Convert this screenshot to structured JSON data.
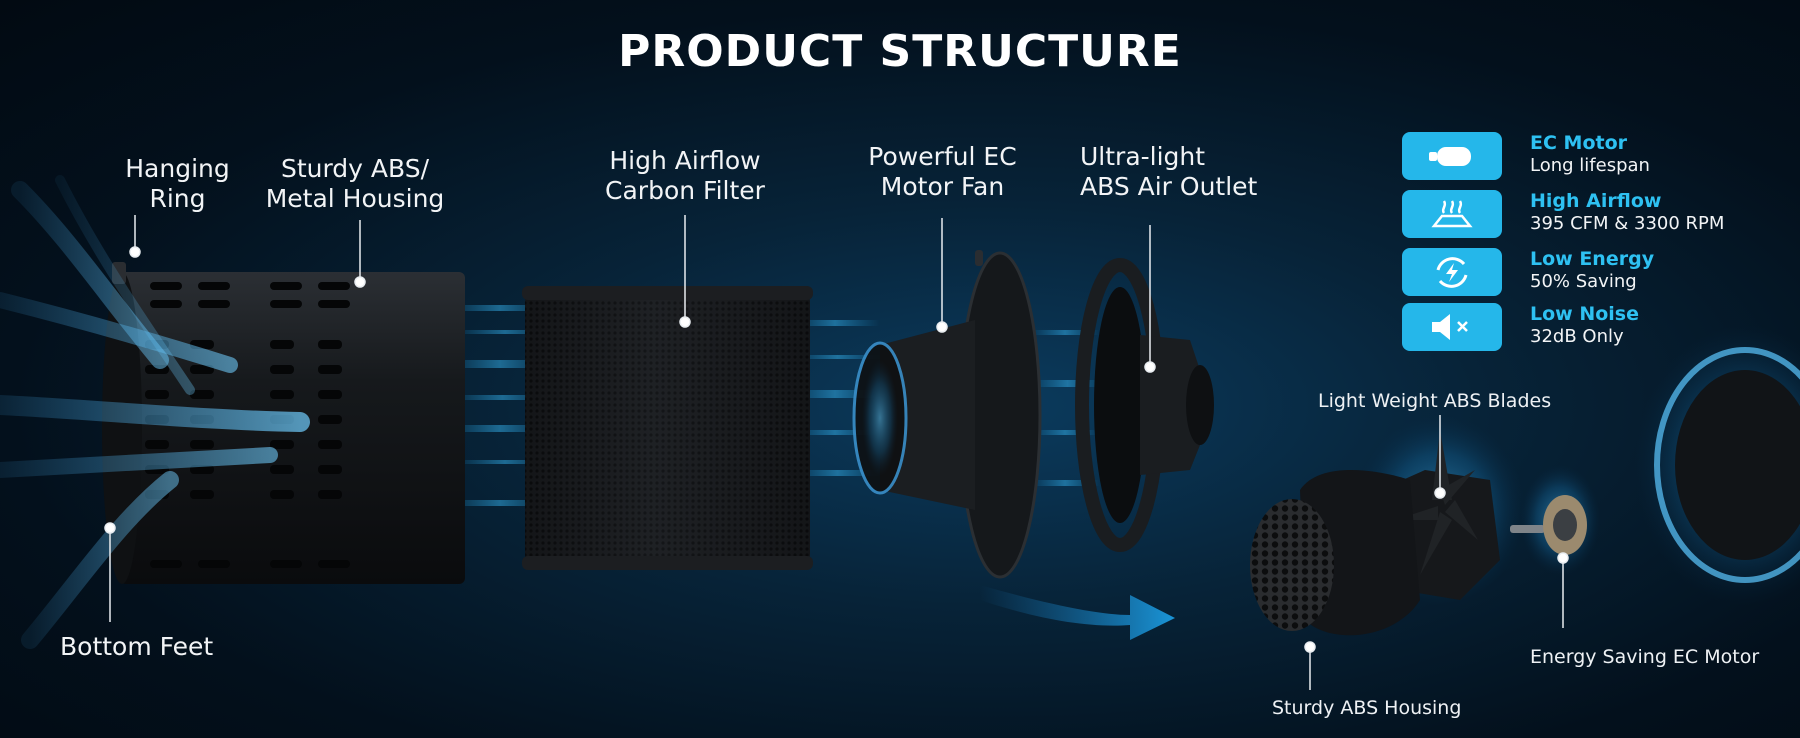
{
  "title": "PRODUCT STRUCTURE",
  "labels": {
    "hanging_ring": [
      "Hanging",
      "Ring"
    ],
    "housing": [
      "Sturdy ABS/",
      "Metal Housing"
    ],
    "carbon_filter": [
      "High Airflow",
      "Carbon Filter"
    ],
    "ec_fan": [
      "Powerful EC",
      "Motor Fan"
    ],
    "air_outlet": [
      "Ultra-light",
      "ABS Air Outlet"
    ],
    "bottom_feet": "Bottom Feet",
    "blades": "Light Weight ABS Blades",
    "ec_motor_part": "Energy Saving EC Motor",
    "abs_housing": "Sturdy ABS Housing"
  },
  "features": [
    {
      "icon": "motor-icon",
      "title": "EC Motor",
      "desc": "Long lifespan"
    },
    {
      "icon": "airflow-icon",
      "title": "High Airflow",
      "desc": "395 CFM & 3300 RPM"
    },
    {
      "icon": "energy-icon",
      "title": "Low Energy",
      "desc": "50% Saving"
    },
    {
      "icon": "mute-icon",
      "title": "Low Noise",
      "desc": "32dB Only"
    }
  ],
  "colors": {
    "accent": "#25b7ea",
    "background": "#04121f"
  }
}
